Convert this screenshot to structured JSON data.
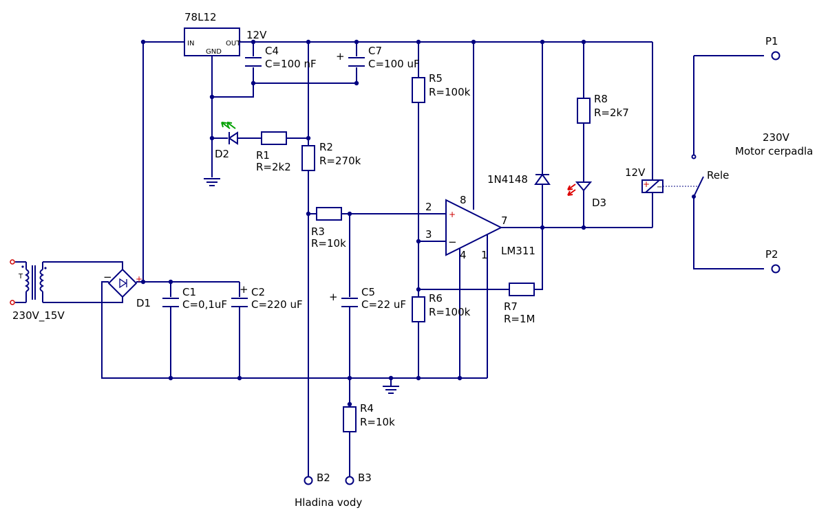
{
  "regulator": {
    "name": "78L12",
    "pin_in": "IN",
    "pin_gnd": "GND",
    "pin_out": "OUT"
  },
  "rail_label": "12V",
  "transformer": {
    "label": "230V_15V",
    "mark": "T"
  },
  "bridge": {
    "name": "D1",
    "minus": "−",
    "plus": "+"
  },
  "caps": {
    "c1": {
      "name": "C1",
      "value": "C=0,1uF"
    },
    "c2": {
      "name": "C2",
      "value": "C=220 uF",
      "pol": "+"
    },
    "c4": {
      "name": "C4",
      "value": "C=100 nF"
    },
    "c5": {
      "name": "C5",
      "value": "C=22 uF",
      "pol": "+"
    },
    "c7": {
      "name": "C7",
      "value": "C=100 uF",
      "pol": "+"
    }
  },
  "resistors": {
    "r1": {
      "name": "R1",
      "value": "R=2k2"
    },
    "r2": {
      "name": "R2",
      "value": "R=270k"
    },
    "r3": {
      "name": "R3",
      "value": "R=10k"
    },
    "r4": {
      "name": "R4",
      "value": "R=10k"
    },
    "r5": {
      "name": "R5",
      "value": "R=100k"
    },
    "r6": {
      "name": "R6",
      "value": "R=100k"
    },
    "r7": {
      "name": "R7",
      "value": "R=1M"
    },
    "r8": {
      "name": "R8",
      "value": "R=2k7"
    }
  },
  "diodes": {
    "d2": "D2",
    "d3": "D3",
    "flyback": "1N4148"
  },
  "opamp": {
    "name": "LM311",
    "pins": {
      "p2": "2",
      "p3": "3",
      "p4": "4",
      "p1": "1",
      "p7": "7",
      "p8": "8"
    },
    "plus": "+",
    "minus": "−"
  },
  "relay": {
    "voltage": "12V",
    "name": "Rele",
    "plus": "+",
    "minus": "−"
  },
  "motor": {
    "line1": "230V",
    "line2": "Motor cerpadla"
  },
  "terminals": {
    "p1": "P1",
    "p2": "P2",
    "b2": "B2",
    "b3": "B3"
  },
  "caption": "Hladina vody"
}
